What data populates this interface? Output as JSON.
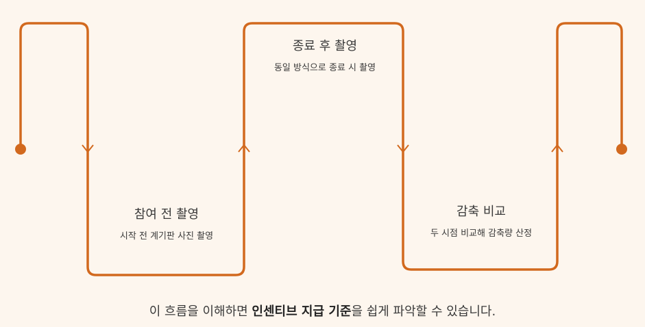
{
  "colors": {
    "line": "#d2691e",
    "background": "#fdf6ee",
    "text": "#3a3a3a"
  },
  "steps": [
    {
      "title": "참여 전 촬영",
      "desc": "시작 전 계기판 사진 촬영"
    },
    {
      "title": "종료 후 촬영",
      "desc": "동일 방식으로 종료 시 촬영"
    },
    {
      "title": "감축 비교",
      "desc": "두 시점 비교해 감축량 산정"
    }
  ],
  "footnote": {
    "before": "이 흐름을 이해하면 ",
    "bold": "인센티브 지급 기준",
    "after": "을 쉽게 파악할 수 있습니다."
  }
}
